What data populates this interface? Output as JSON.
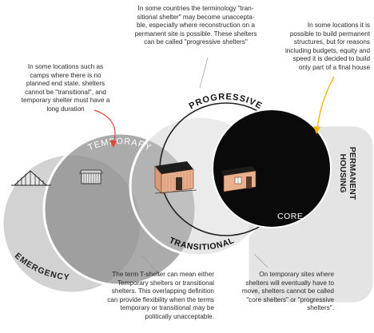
{
  "labels": {
    "temporary": "TEMPORARY",
    "emergency": "EMERGENCY",
    "progressive": "PROGRESSIVE",
    "transitional": "TRANSITIONAL",
    "core": "CORE",
    "permanent_housing": [
      "PERMANENT",
      "HOUSING"
    ]
  },
  "notes": {
    "top_center": [
      "In some countries the terminology \"tran-",
      "sitional shelter\" may become unaccepta-",
      "ble, especially where reconstruction on a",
      "permanent site is possible. These shelters",
      "can be called \"progressive shelters\""
    ],
    "top_right": [
      "In some locations it is",
      "possible to build permanent",
      "structures, but for reasons",
      "including budgets, equity and",
      "speed  it is decided to build",
      "only part of a final house"
    ],
    "left": [
      "In some locations such as",
      "camps where there is no",
      "planned end state, shelters",
      "cannot be \"transitional\", and",
      "temporary shelter must have a",
      "long duration"
    ],
    "bottom_center": [
      "The term T-shelter can mean either",
      "Temporary shelters or transitional",
      "shelters. This overlapping definition",
      "can provide flexibility when the terms",
      "temporary or transitional may be",
      "politically unacceptable."
    ],
    "bottom_right": [
      "On temporary sites where",
      "shelters will eventually have to",
      "move, shelters cannot be called",
      "\"core shelters\" or \"progressive",
      "shelters\"."
    ]
  },
  "colors": {
    "emergency_fill": "#d2d2d2",
    "temporary_fill": "#8a8a8a",
    "permanent_fill": "#e4e4e4",
    "core_fill": "#0a0a0a",
    "arrow_red": "#e0463a",
    "arrow_yellow": "#f2b300",
    "house_wall": "#e9b08e",
    "house_roof": "#1c1c1c"
  },
  "icons": [
    "tent-icon",
    "tin-shelter-icon",
    "transitional-house-icon",
    "core-house-icon"
  ]
}
